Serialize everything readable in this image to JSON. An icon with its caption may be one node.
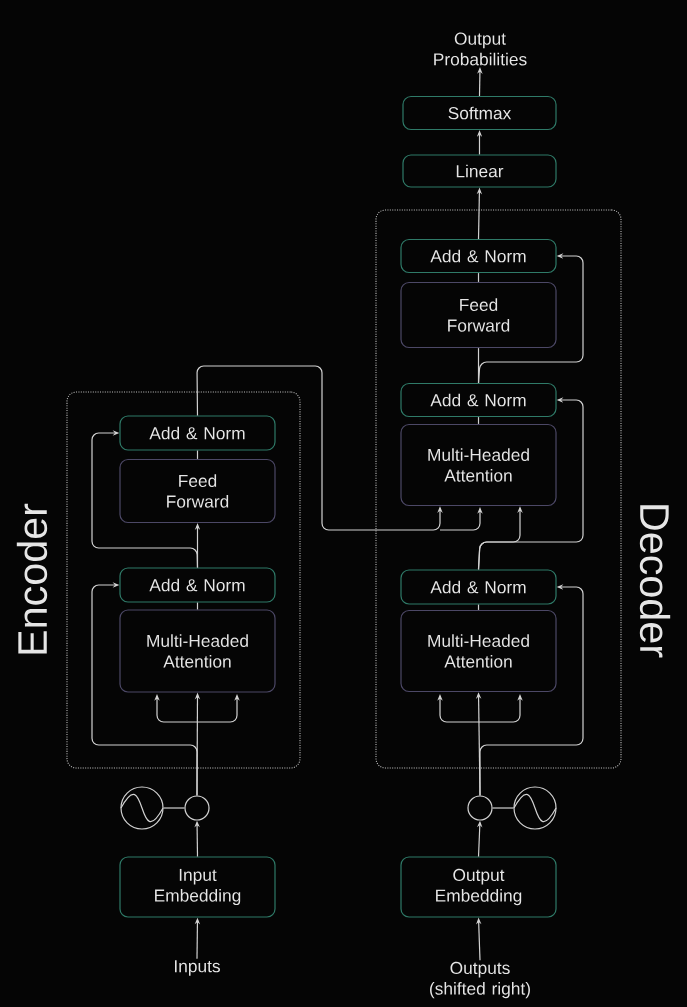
{
  "diagram": {
    "nodes": [
      {
        "text": [
          "Encoder"
        ]
      },
      {
        "text": [
          "Add & Norm"
        ],
        "in": 0
      },
      {
        "text": [
          "Feed Forward"
        ],
        "in": 0
      },
      {
        "text": [
          "Add & Norm"
        ],
        "in": 0
      },
      {
        "text": [
          "Multi-Headed Attention"
        ],
        "in": 0
      },
      {
        "text": [
          "Decoder"
        ]
      },
      {
        "text": [
          "Add & Norm"
        ],
        "in": 5
      },
      {
        "text": [
          "Feed Forward"
        ],
        "in": 5
      },
      {
        "text": [
          "Add & Norm"
        ],
        "in": 5
      },
      {
        "text": [
          "Multi-Headed Attention"
        ],
        "in": 5
      },
      {
        "text": [
          "Add & Norm"
        ],
        "in": 5
      },
      {
        "text": [
          "Multi-Headed Attention"
        ],
        "in": 5
      },
      {
        "text": [
          "Linear"
        ]
      },
      {
        "text": [
          "Softmax"
        ]
      },
      {
        "text": [
          "Output Probabilities"
        ]
      },
      {
        "text": [],
        "shape": "circle"
      },
      {
        "text": [],
        "shape": "circle"
      },
      {
        "text": [
          "Input Embedding"
        ]
      },
      {
        "text": [
          "Inputs"
        ]
      },
      {
        "text": [],
        "shape": "circle"
      },
      {
        "text": [],
        "shape": "circle"
      },
      {
        "text": [
          "Output Embedding"
        ]
      },
      {
        "text": [
          "Outputs (shifted right)"
        ]
      }
    ],
    "edges": [
      {
        "from": 18,
        "to": 17,
        "arrow": "to"
      },
      {
        "from": 17,
        "to": 16,
        "arrow": "to"
      },
      {
        "from": 15,
        "to": 16,
        "arrow": "none"
      },
      {
        "from": 16,
        "to": 4,
        "arrow": "to"
      },
      {
        "from": 16,
        "to": 3,
        "arrow": "to"
      },
      {
        "from": 4,
        "to": 3,
        "arrow": "none"
      },
      {
        "from": 3,
        "to": 2,
        "arrow": "to"
      },
      {
        "from": 3,
        "to": 1,
        "arrow": "to"
      },
      {
        "from": 2,
        "to": 1,
        "arrow": "none"
      },
      {
        "from": 1,
        "to": 9,
        "arrow": "to"
      },
      {
        "from": 22,
        "to": 21,
        "arrow": "to"
      },
      {
        "from": 21,
        "to": 19,
        "arrow": "to"
      },
      {
        "from": 20,
        "to": 19,
        "arrow": "none"
      },
      {
        "from": 19,
        "to": 11,
        "arrow": "to"
      },
      {
        "from": 19,
        "to": 10,
        "arrow": "to"
      },
      {
        "from": 11,
        "to": 10,
        "arrow": "none"
      },
      {
        "from": 10,
        "to": 9,
        "arrow": "to"
      },
      {
        "from": 10,
        "to": 8,
        "arrow": "to"
      },
      {
        "from": 9,
        "to": 8,
        "arrow": "none"
      },
      {
        "from": 8,
        "to": 7,
        "arrow": "none"
      },
      {
        "from": 8,
        "to": 6,
        "arrow": "to"
      },
      {
        "from": 7,
        "to": 6,
        "arrow": "none"
      },
      {
        "from": 6,
        "to": 12,
        "arrow": "to"
      },
      {
        "from": 12,
        "to": 13,
        "arrow": "to"
      },
      {
        "from": 13,
        "to": 14,
        "arrow": "to"
      }
    ]
  }
}
